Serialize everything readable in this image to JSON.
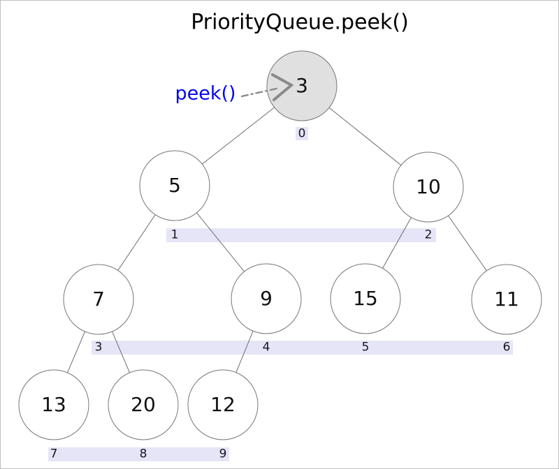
{
  "title": "PriorityQueue.peek()",
  "peek_annotation": {
    "label": "peek()"
  },
  "heap": {
    "nodes": [
      {
        "value": "3",
        "index": "0",
        "highlighted": true
      },
      {
        "value": "5",
        "index": "1",
        "highlighted": false
      },
      {
        "value": "10",
        "index": "2",
        "highlighted": false
      },
      {
        "value": "7",
        "index": "3",
        "highlighted": false
      },
      {
        "value": "9",
        "index": "4",
        "highlighted": false
      },
      {
        "value": "15",
        "index": "5",
        "highlighted": false
      },
      {
        "value": "11",
        "index": "6",
        "highlighted": false
      },
      {
        "value": "13",
        "index": "7",
        "highlighted": false
      },
      {
        "value": "20",
        "index": "8",
        "highlighted": false
      },
      {
        "value": "12",
        "index": "9",
        "highlighted": false
      }
    ],
    "edges": [
      [
        0,
        1
      ],
      [
        0,
        2
      ],
      [
        1,
        3
      ],
      [
        1,
        4
      ],
      [
        2,
        5
      ],
      [
        2,
        6
      ],
      [
        3,
        7
      ],
      [
        3,
        8
      ],
      [
        4,
        9
      ]
    ]
  },
  "colors": {
    "background": "#ffffff",
    "border": "#c0c0c0",
    "node_fill": "#ffffff",
    "highlight_fill": "#e0e0e0",
    "node_stroke": "#767676",
    "edge_line": "#5f5f5f",
    "index_band": "#e5e5f7",
    "index_text": "#15151f",
    "value_text": "#111111",
    "title_text": "#000000",
    "annotation_text": "#0505ec",
    "arrow": "#8a8a8a"
  }
}
